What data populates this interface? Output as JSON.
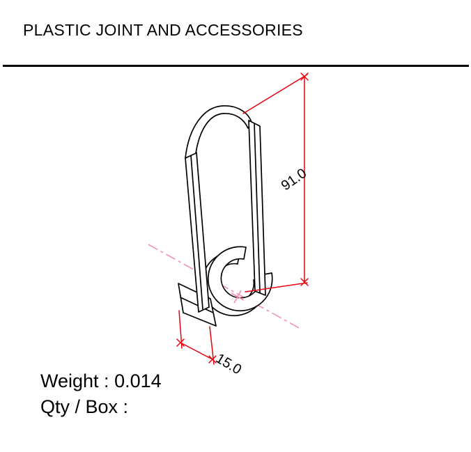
{
  "page": {
    "title": "PLASTIC JOINT AND ACCESSORIES"
  },
  "drawing": {
    "dim_height": "91.0",
    "dim_width": "15.0",
    "colors": {
      "dimension_line": "#e8000f",
      "centerline": "#f491ae",
      "part_outline": "#000000"
    }
  },
  "footer": {
    "weight_label": "Weight :",
    "weight_value": "0.014",
    "qty_box_label": "Qty / Box :"
  }
}
